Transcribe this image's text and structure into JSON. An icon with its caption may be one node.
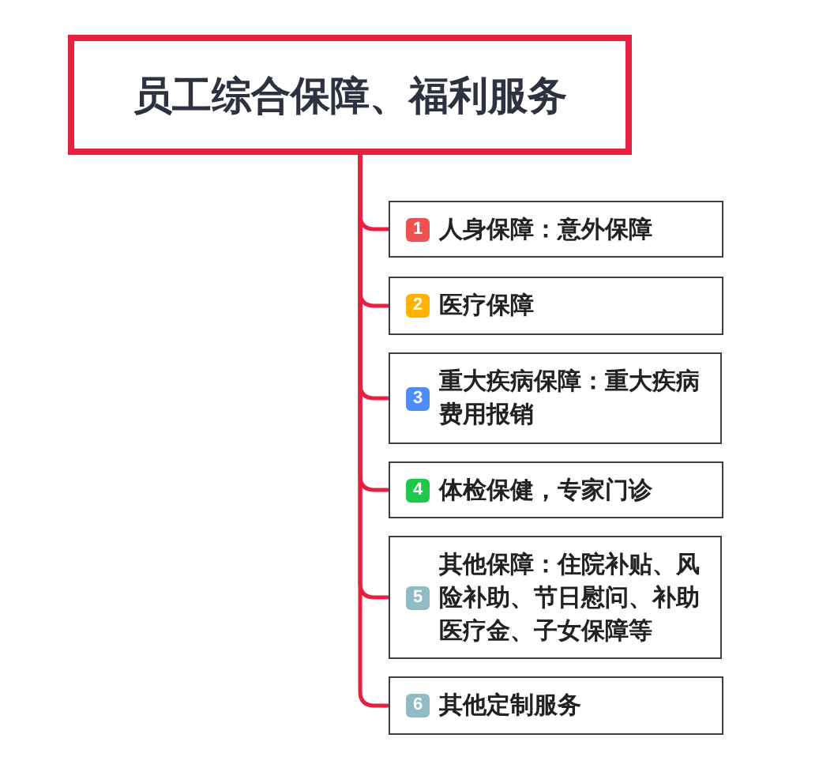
{
  "diagram": {
    "nodes": [
      {
        "text": [
          "员工综合保障、福利服务"
        ]
      },
      {
        "text": [
          "1",
          "人身保障：意外保障"
        ]
      },
      {
        "text": [
          "2",
          "医疗保障"
        ]
      },
      {
        "text": [
          "3",
          "重大疾病保障：重大疾病费用报销"
        ]
      },
      {
        "text": [
          "4",
          "体检保健，专家门诊"
        ]
      },
      {
        "text": [
          "5",
          "其他保障：住院补贴、风险补助、节日慰问、补助医疗金、子女保障等"
        ]
      },
      {
        "text": [
          "6",
          "其他定制服务"
        ]
      }
    ],
    "edges": [
      {
        "from": 0,
        "to": 1,
        "arrow": "none"
      },
      {
        "from": 0,
        "to": 2,
        "arrow": "none"
      },
      {
        "from": 0,
        "to": 3,
        "arrow": "none"
      },
      {
        "from": 0,
        "to": 4,
        "arrow": "none"
      },
      {
        "from": 0,
        "to": 5,
        "arrow": "none"
      },
      {
        "from": 0,
        "to": 6,
        "arrow": "none"
      }
    ]
  }
}
